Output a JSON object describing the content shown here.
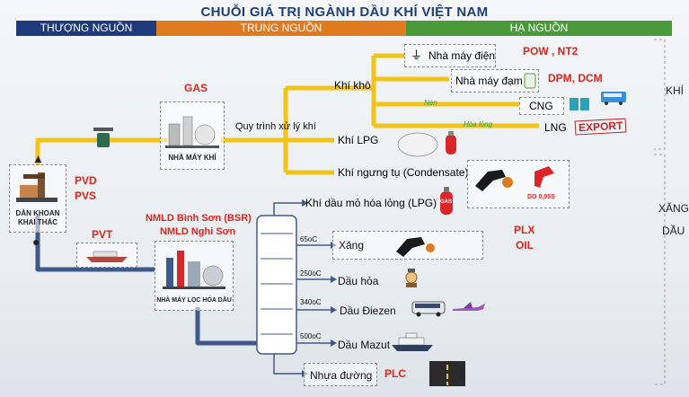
{
  "title": "CHUỖI GIÁ TRỊ NGÀNH DẦU KHÍ VIỆT NAM",
  "bands": {
    "upstream": "THƯỢNG NGUỒN",
    "midstream": "TRUNG NGUỒN",
    "downstream": "HẠ NGUỒN"
  },
  "upstream": {
    "rig_label_1": "DÀN KHOAN",
    "rig_label_2": "KHAI THÁC",
    "company_1": "PVD",
    "company_2": "PVS",
    "transport": "PVT"
  },
  "gas": {
    "company": "GAS",
    "plant_label": "NHÀ MÁY KHÍ",
    "process": "Quy trình xử lý khí",
    "dry_gas": "Khí khô",
    "lpg": "Khí LPG",
    "condensate": "Khí ngưng tụ (Condensate)",
    "power_plant": "Nhà máy điện",
    "fertilizer_plant": "Nhà máy đạm",
    "compressed": "Nén",
    "liquefied": "Hóa lỏng",
    "cng": "CNG",
    "lng": "LNG",
    "power_companies": "POW , NT2",
    "fertilizer_companies": "DPM, DCM",
    "export": "EXPORT",
    "fuel_tag": "DO 0,05S",
    "lpg_tank": "GAS"
  },
  "refinery": {
    "name_1": "NMLD Bình Sơn (BSR)",
    "name_2": "NMLD Nghi Sơn",
    "plant_label": "NHÀ MÁY LỌC HÓA DẦU",
    "lpg": "Khí dầu mỏ hóa lỏng (LPG)",
    "products": [
      {
        "temp": "65oC",
        "name": "Xăng"
      },
      {
        "temp": "250oC",
        "name": "Dầu hỏa"
      },
      {
        "temp": "340oC",
        "name": "Dầu Điezen"
      },
      {
        "temp": "500oC",
        "name": "Dầu Mazut"
      }
    ],
    "bitumen": "Nhựa đường",
    "retail_1": "PLX",
    "retail_2": "OIL",
    "bitumen_company": "PLC"
  },
  "side": {
    "gas": "KHÍ",
    "fuel_1": "XĂNG",
    "fuel_2": "DẦU"
  },
  "colors": {
    "title": "#1f3f7a",
    "upstream_band": "#1e3a7b",
    "midstream_band": "#e07a1f",
    "downstream_band": "#4a9a3a",
    "gas_pipe": "#f2c318",
    "oil_pipe": "#3f5a8a",
    "company_text": "#e2231a"
  }
}
